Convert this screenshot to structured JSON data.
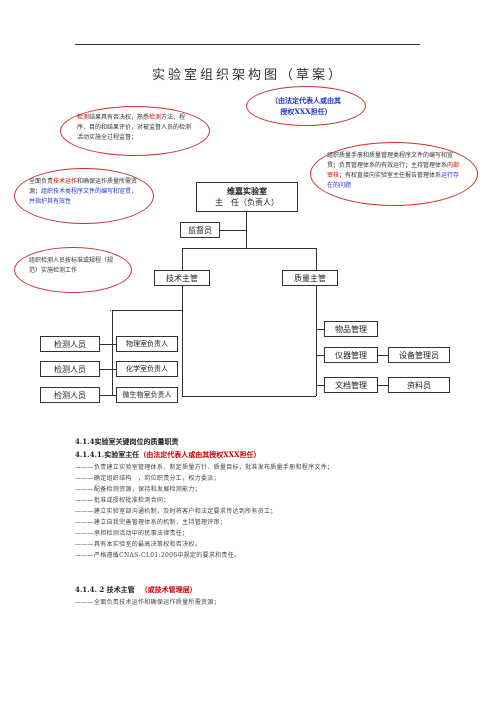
{
  "title": "实验室组织架构图（草案）",
  "callout_top": {
    "line1": "（由法定代表人或由其",
    "line2": "授权XXX担任）"
  },
  "bubble_tl": {
    "part1": "检测",
    "part2": "结果具有否决权，熟悉",
    "part3": "检测",
    "part4": "方法、程序、目的和结果评价，对被监督人员的检测活动实施全过程监督；"
  },
  "bubble_left": {
    "part1": "全面负责",
    "part2": "技术运作",
    "part3": "和确保运作质量所需资源；",
    "part4": "组织技术类程序文件的编写和宣贯，并指",
    "part5": "护其有效性"
  },
  "bubble_left2": {
    "text": "组织检测人员按标准或规程（规范）实施检测工作"
  },
  "bubble_right": {
    "part1": "组织质量手册和质量管理类程序文件的编写和宣贯；负责管理体系的有效运行；主持管理体系",
    "part2": "内部审核",
    "part3": "；有权直接向实验室主任报告管理体系",
    "part4": "运行存在的问题"
  },
  "boxes": {
    "director_l1": "维嘉实验室",
    "director_l2": "主　任（负责人）",
    "supervisor": "监督员",
    "tech_mgr": "技术主管",
    "quality_mgr": "质量主管",
    "tester": "检测人员",
    "phys": "物理室负责人",
    "chem": "化学室负责人",
    "bio": "微生物室负责人",
    "goods": "物品管理",
    "instr": "仪器管理",
    "equip": "设备管理员",
    "docs": "文档管理",
    "archivist": "资料员"
  },
  "section": {
    "h1": "4.1.4实验室关键岗位的质量职责",
    "h2a": "4.1.4.1.实验室主任",
    "h2b": "（由法定代表人或由其授权XXX担任）",
    "items": [
      "———负责建立实验室管理体系，制定质量方针、质量目标，批准发布质量手册和程序文件；",
      "———确定组织结构　，岗位职责分工，权力委派；",
      "———配备检测资源，保持和发展检测能力；",
      "———批准或授权批准检测合同；",
      "———建立实验室部沟通机制，及时将客户和法定要求传达到所有员工；",
      "———建立自我完善管理体系的机制，主持管理评审；",
      "———承担检测活动中的民事法律责任；",
      "———具有本实验室的最高决策权和否决权。",
      "———严格遵循CNAS-CL01:2006中规定的要求和责任。"
    ],
    "h3a": "4.1.4. 2 技术主管",
    "h3b": "（或技术管理层）",
    "last": "———全面负责技术运作和确保运作质量所需资源；"
  }
}
